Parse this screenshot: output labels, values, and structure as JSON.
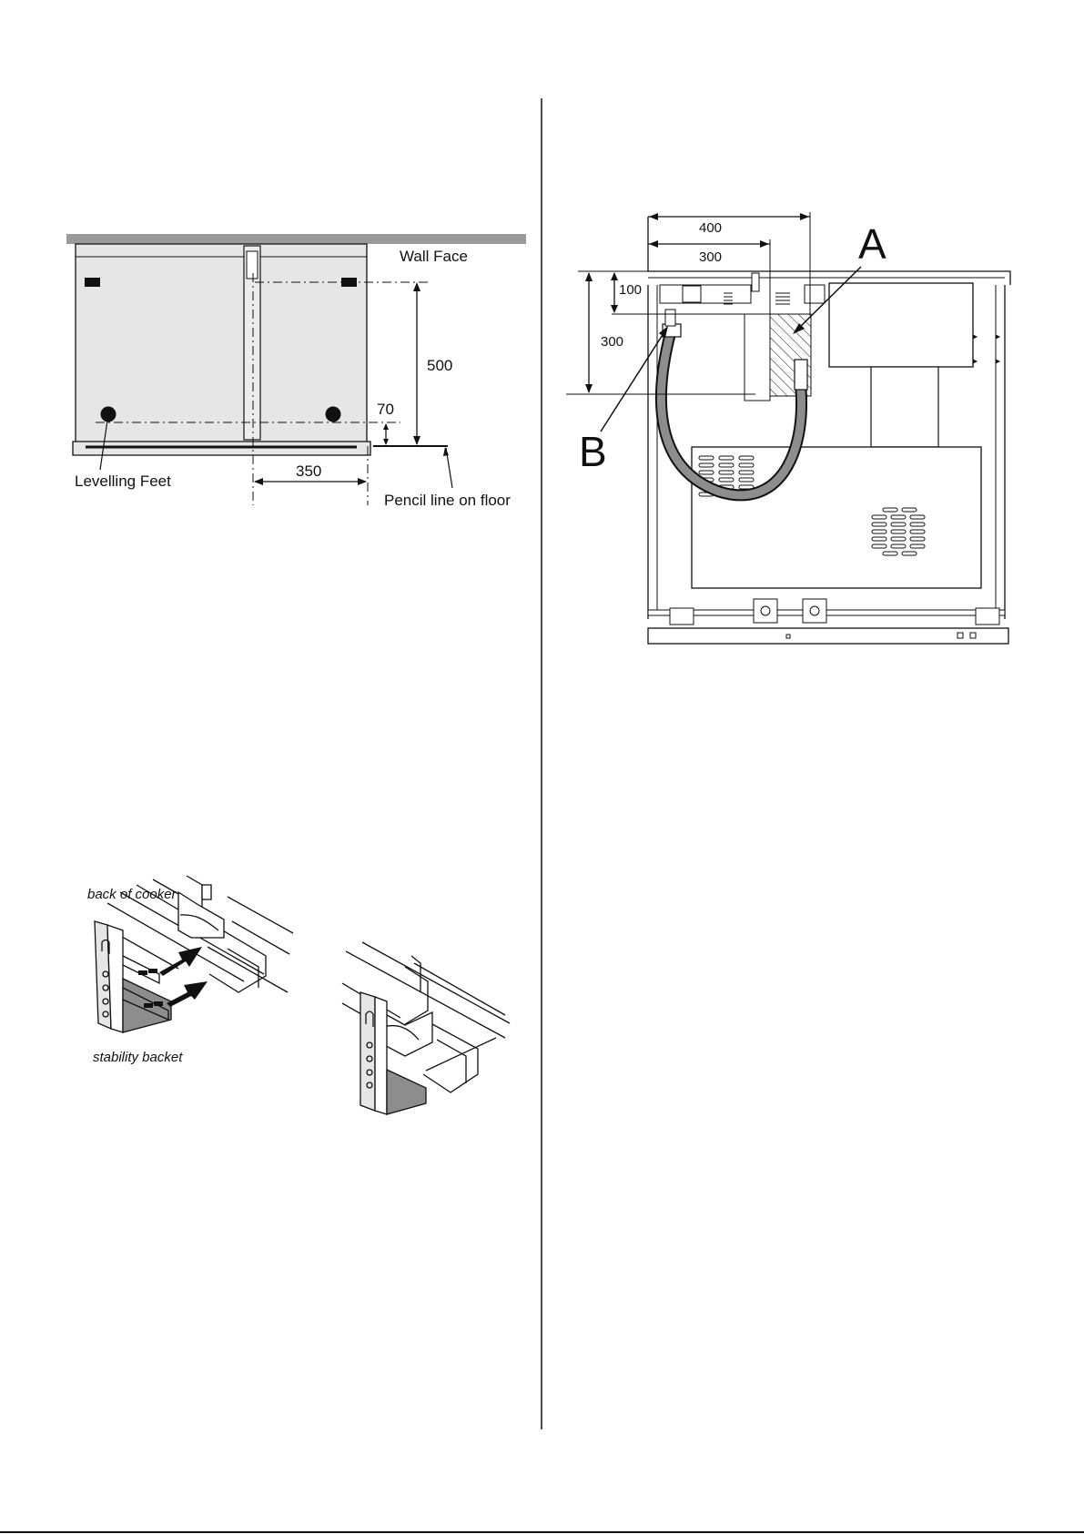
{
  "colors": {
    "ink": "#111111",
    "panel": "#e6e6e6",
    "wall": "#9a9a9a",
    "hose": "#8d8d8d"
  },
  "rear_view": {
    "wall_face": "Wall Face",
    "levelling_feet": "Levelling Feet",
    "pencil_line": "Pencil line on floor",
    "dim_500": "500",
    "dim_70": "70",
    "dim_350": "350"
  },
  "gas_connection": {
    "dim_400": "400",
    "dim_300_horizontal": "300",
    "dim_100": "100",
    "dim_300_vertical": "300",
    "label_a": "A",
    "label_b": "B"
  },
  "bracket": {
    "back_of_cooker": "back of cooker",
    "stability_bracket": "stability backet"
  }
}
